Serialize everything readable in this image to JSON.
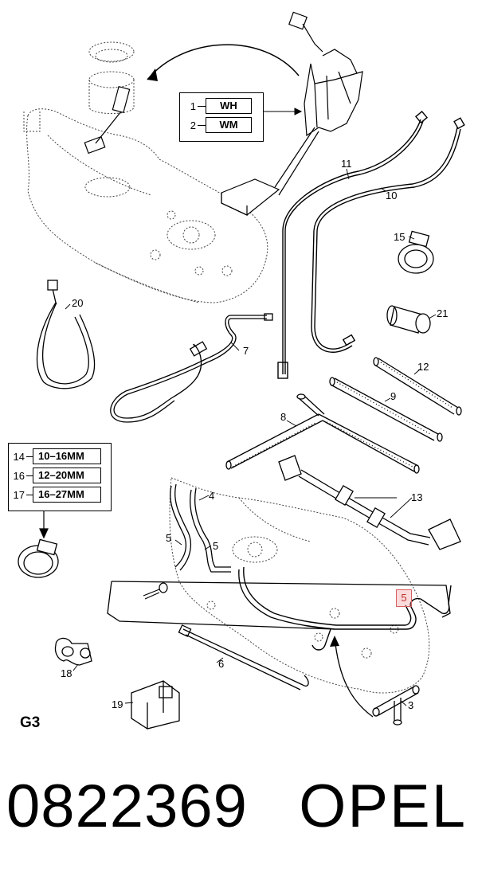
{
  "footer": {
    "part_number": "0822369",
    "brand": "OPEL"
  },
  "diagram_id": "G3",
  "wire_box": {
    "rows": [
      {
        "num": "1",
        "code": "WH"
      },
      {
        "num": "2",
        "code": "WM"
      }
    ]
  },
  "clamp_box": {
    "rows": [
      {
        "num": "14",
        "code": "10–16MM"
      },
      {
        "num": "16",
        "code": "12–20MM"
      },
      {
        "num": "17",
        "code": "16–27MM"
      }
    ]
  },
  "callouts": {
    "c3": "3",
    "c4": "4",
    "c5a": "5",
    "c5b": "5",
    "c5c": "5",
    "c6": "6",
    "c7": "7",
    "c8": "8",
    "c9": "9",
    "c10": "10",
    "c11": "11",
    "c12": "12",
    "c13": "13",
    "c15": "15",
    "c18": "18",
    "c19": "19",
    "c20": "20",
    "c21": "21"
  },
  "colors": {
    "highlight_border": "#d86060",
    "highlight_fill": "#f0a0a0",
    "ink": "#000000"
  }
}
